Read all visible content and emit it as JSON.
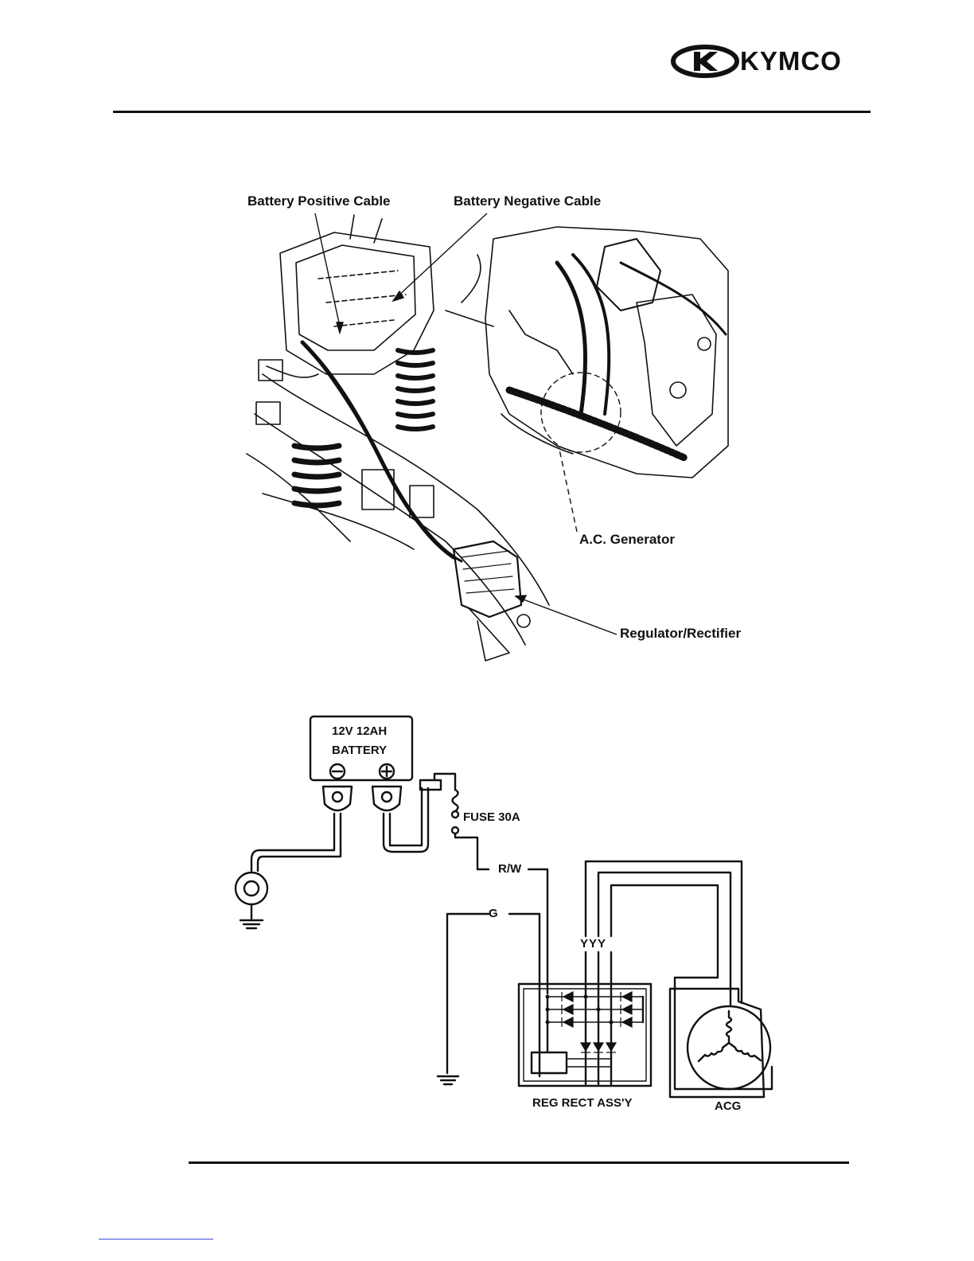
{
  "brand": {
    "name": "KYMCO"
  },
  "illustration": {
    "callouts": {
      "battery_positive": "Battery Positive Cable",
      "battery_negative": "Battery Negative Cable",
      "ac_generator": "A.C. Generator",
      "regulator": "Regulator/Rectifier"
    }
  },
  "circuit": {
    "battery_line1": "12V 12AH",
    "battery_line2": "BATTERY",
    "fuse": "FUSE 30A",
    "wire_rw": "R/W",
    "wire_g": "G",
    "wire_yyy": "YYY",
    "reg_rect": "REG RECT ASS'Y",
    "acg": "ACG"
  },
  "colors": {
    "line": "#111111",
    "link": "#3a4fd8"
  }
}
